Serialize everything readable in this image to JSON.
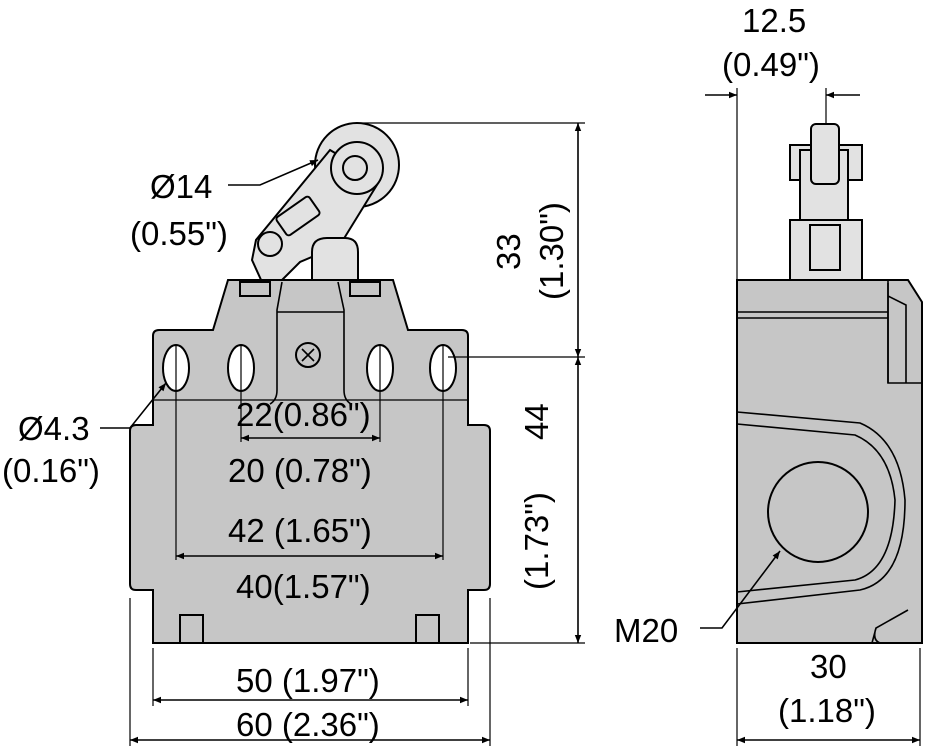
{
  "drawing": {
    "front_view": {
      "roller_diameter": "Ø14",
      "roller_diameter_in": "(0.55\")",
      "hole_diameter": "Ø4.3",
      "hole_diameter_in": "(0.16\")",
      "height_top": "33",
      "height_top_in": "(1.30\")",
      "height_body": "44",
      "height_body_in": "(1.73\")",
      "inner_hole_spacing_a": "22(0.86\")",
      "inner_hole_spacing_b": "20 (0.78\")",
      "outer_hole_spacing_a": "42 (1.65\")",
      "outer_hole_spacing_b": "40(1.57\")",
      "width_flange": "50 (1.97\")",
      "width_total": "60 (2.36\")"
    },
    "side_view": {
      "plunger_width": "12.5",
      "plunger_width_in": "(0.49\")",
      "conduit_thread": "M20",
      "depth": "30",
      "depth_in": "(1.18\")"
    },
    "colors": {
      "body": "#c6c6c6",
      "light_part": "#e2e2e2"
    }
  }
}
